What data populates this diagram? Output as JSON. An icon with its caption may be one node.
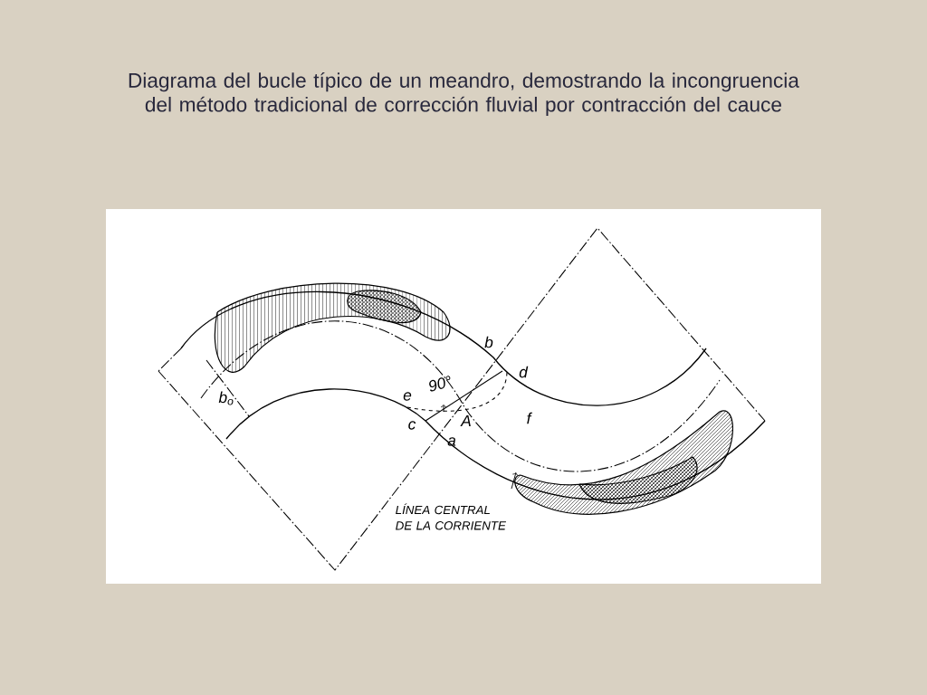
{
  "diagram": {
    "title": "Diagrama del bucle típico de un meandro, demostrando la incongruencia del método tradicional de corrección fluvial por contracción del cauce",
    "labels": [
      "b",
      "d",
      "b$_{o}$",
      "90°",
      "e",
      "f",
      "c",
      "A",
      "a",
      "LÍNEA CENTRAL DE LA CORRIENTE"
    ]
  }
}
